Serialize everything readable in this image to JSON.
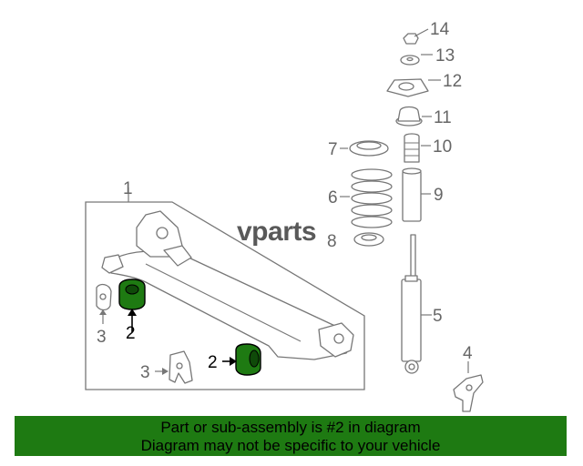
{
  "watermark": "vparts",
  "callouts": {
    "c1": "1",
    "c2a": "2",
    "c2b": "2",
    "c3a": "3",
    "c3b": "3",
    "c4": "4",
    "c5": "5",
    "c6": "6",
    "c7": "7",
    "c8": "8",
    "c9": "9",
    "c10": "10",
    "c11": "11",
    "c12": "12",
    "c13": "13",
    "c14": "14"
  },
  "caption": {
    "line1": "Part or sub-assembly is #2 in diagram",
    "line2": "Diagram may not be specific to your vehicle"
  },
  "colors": {
    "highlight": "#1e7a12",
    "line": "#777777",
    "caption_bg": "#1e7a12"
  }
}
